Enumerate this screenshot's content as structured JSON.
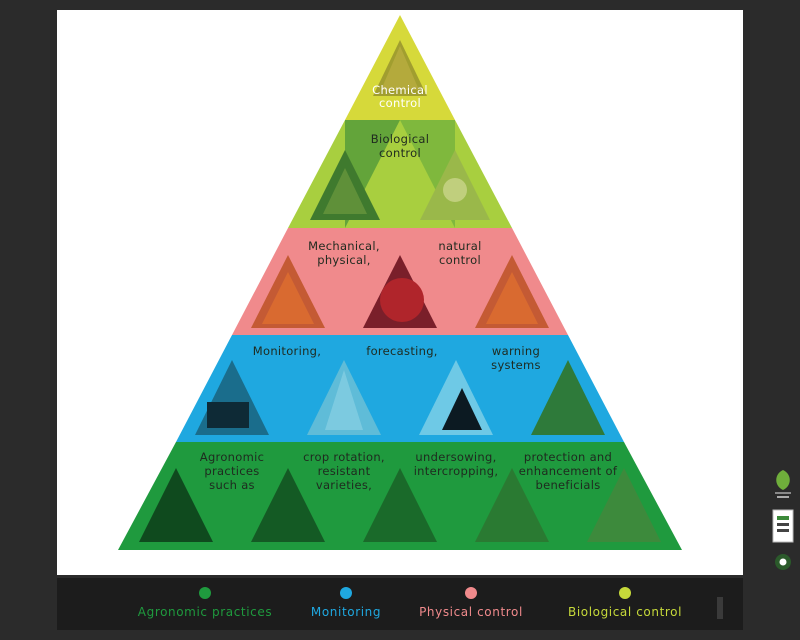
{
  "pyramid": {
    "tier1": {
      "label": [
        "Chemical",
        "control"
      ]
    },
    "tier2": {
      "label": [
        "Biological",
        "control"
      ]
    },
    "tier3": {
      "label_left": [
        "Mechanical,",
        "physical,"
      ],
      "label_right": [
        "natural",
        "control"
      ]
    },
    "tier4": {
      "label_1": "Monitoring,",
      "label_2": "forecasting,",
      "label_3": [
        "warning",
        "systems"
      ]
    },
    "tier5": {
      "label_1": [
        "Agronomic",
        "practices",
        "such as"
      ],
      "label_2": [
        "crop rotation,",
        "resistant",
        "varieties,"
      ],
      "label_3": [
        "undersowing,",
        "intercropping,"
      ],
      "label_4": [
        "protection and",
        "enhancement of",
        "beneficials"
      ]
    }
  },
  "legend": [
    {
      "label": "Agronomic practices",
      "color": "#1f9a3e"
    },
    {
      "label": "Monitoring",
      "color": "#1fa8e0"
    },
    {
      "label": "Physical control",
      "color": "#f08a8c"
    },
    {
      "label": "Biological control",
      "color": "#c6d93a"
    }
  ],
  "colors": {
    "chemical": "#d6d93a",
    "biological": "#a8cf3f",
    "physical": "#f08a8c",
    "monitoring": "#1fa8e0",
    "agronomic": "#1f9a3e"
  },
  "icons": [
    "leaf-logo-icon",
    "bee-logo-icon",
    "circle-logo-icon"
  ]
}
